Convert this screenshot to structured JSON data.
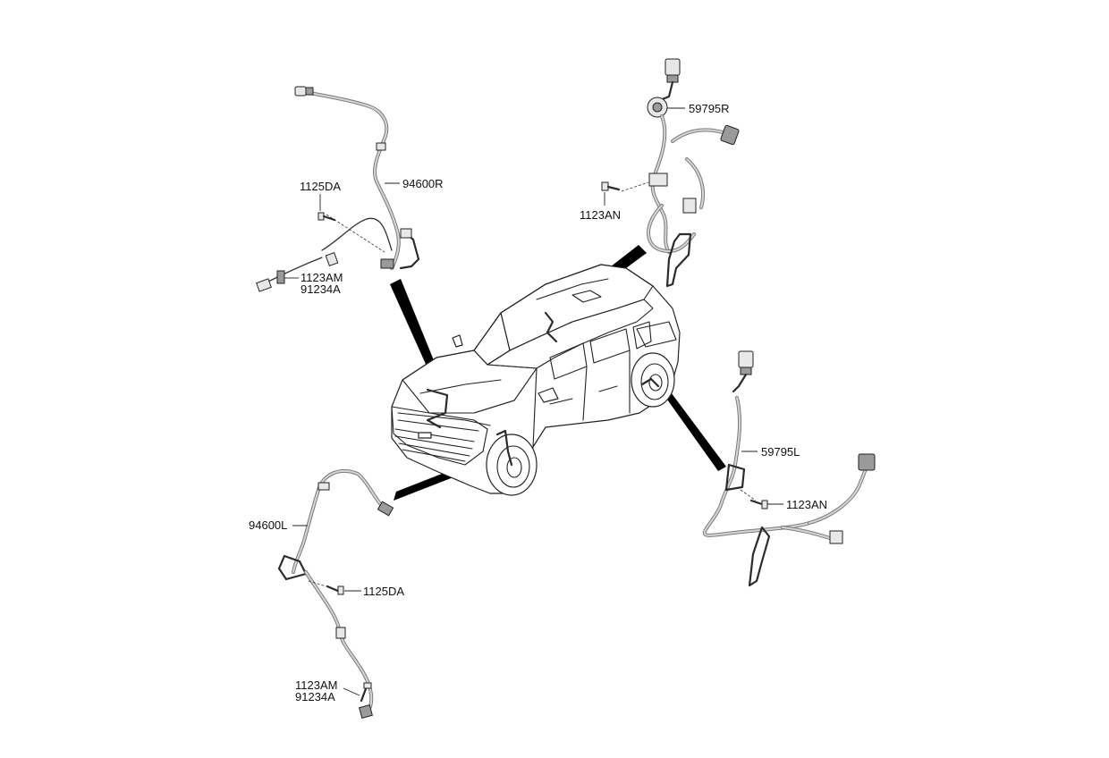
{
  "labels": {
    "front_right_sensor": "94600R",
    "front_right_bolt": "1125DA",
    "front_right_screw_top": "1123AM",
    "front_right_screw_bottom": "91234A",
    "front_left_sensor": "94600L",
    "front_left_bolt": "1125DA",
    "front_left_screw_top": "1123AM",
    "front_left_screw_bottom": "91234A",
    "rear_right_sensor": "59795R",
    "rear_right_bolt": "1123AN",
    "rear_left_sensor": "59795L",
    "rear_left_bolt": "1123AN"
  },
  "icons": {
    "vehicle": "suv-illustration",
    "sensor": "wheel-speed-sensor-harness",
    "fastener": "bolt"
  }
}
